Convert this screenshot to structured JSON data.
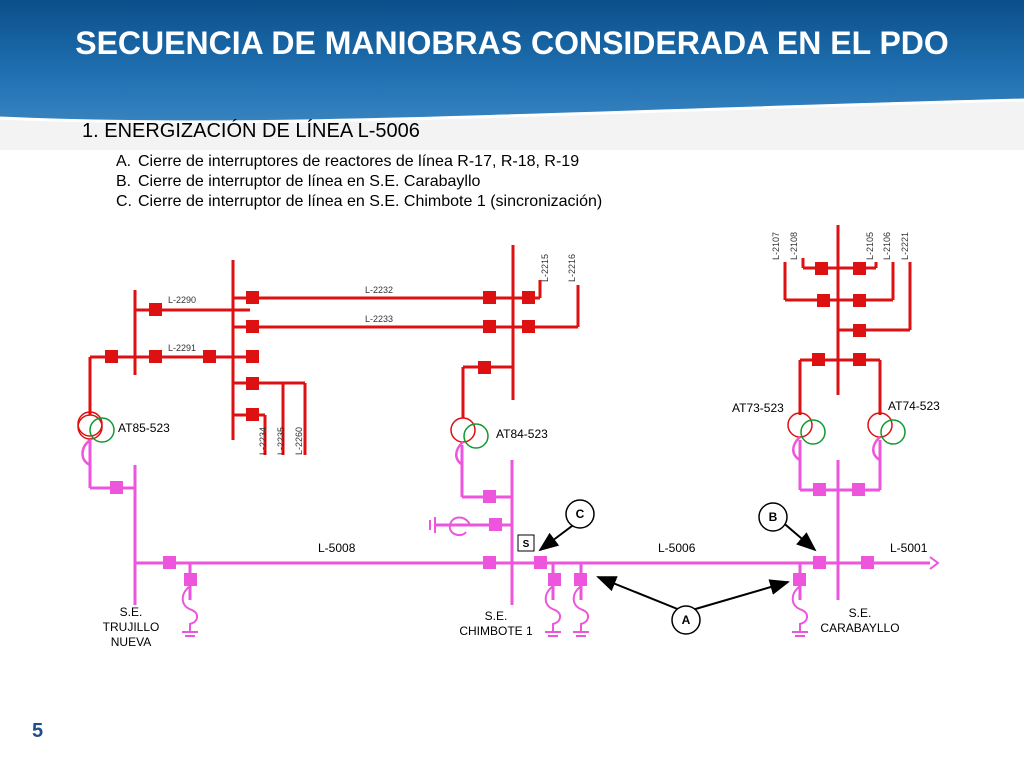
{
  "header": {
    "title": "SECUENCIA DE MANIOBRAS CONSIDERADA EN EL PDO"
  },
  "section": {
    "heading": "1. ENERGIZACIÓN DE LÍNEA L-5006",
    "steps": [
      {
        "letter": "A.",
        "text": "Cierre de interruptores de reactores de línea R-17, R-18, R-19"
      },
      {
        "letter": "B.",
        "text": "Cierre de interruptor de línea en S.E. Carabayllo"
      },
      {
        "letter": "C.",
        "text": "Cierre de interruptor de línea en S.E. Chimbote 1 (sincronización)"
      }
    ]
  },
  "diagram": {
    "colors": {
      "hv": "#dd1111",
      "ehv": "#ee55dd",
      "green": "#119933",
      "arrow": "#000000"
    },
    "lines": {
      "l2290": "L-2290",
      "l2291": "L-2291",
      "l2232": "L-2232",
      "l2233": "L-2233",
      "l2215": "L-2215",
      "l2216": "L-2216",
      "l2234": "L-2234",
      "l2235": "L-2235",
      "l2260": "L-2260",
      "l2107": "L-2107",
      "l2108": "L-2108",
      "l2105": "L-2105",
      "l2106": "L-2106",
      "l2221": "L-2221",
      "l5008": "L-5008",
      "l5006": "L-5006",
      "l5001": "L-5001"
    },
    "transformers": {
      "at85": "AT85-523",
      "at84": "AT84-523",
      "at73": "AT73-523",
      "at74": "AT74-523"
    },
    "substations": {
      "trujillo": [
        "S.E.",
        "TRUJILLO",
        "NUEVA"
      ],
      "chimbote": [
        "S.E.",
        "CHIMBOTE 1"
      ],
      "carabayllo": [
        "S.E.",
        "CARABAYLLO"
      ]
    },
    "markers": {
      "a": "A",
      "b": "B",
      "c": "C",
      "s": "S"
    }
  },
  "footer": {
    "page_number": "5"
  }
}
